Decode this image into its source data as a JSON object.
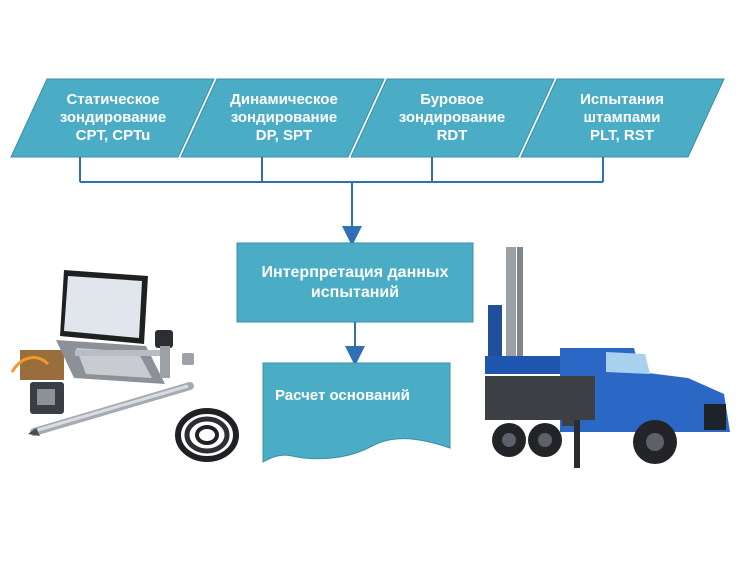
{
  "methods": [
    {
      "line1": "Статическое",
      "line2": "зондирование",
      "line3": "CPT, CPTu"
    },
    {
      "line1": "Динамическое",
      "line2": "зондирование",
      "line3": "DP, SPT"
    },
    {
      "line1": "Буровое",
      "line2": "зондирование",
      "line3": "RDT"
    },
    {
      "line1": "Испытания",
      "line2": "штампами",
      "line3": "PLT, RST"
    }
  ],
  "interpretation": {
    "line1": "Интерпретация данных",
    "line2": "испытаний"
  },
  "result": {
    "label": "Расчет оснований"
  },
  "colors": {
    "box_fill": "#4BACC6",
    "box_stroke": "#3B8FA6",
    "connector": "#2F6FB4"
  },
  "images": [
    {
      "name": "laptop-testing-kit",
      "description_icon": "laptop-kit-image"
    },
    {
      "name": "drilling-rig-truck",
      "description_icon": "drill-truck-image"
    }
  ]
}
